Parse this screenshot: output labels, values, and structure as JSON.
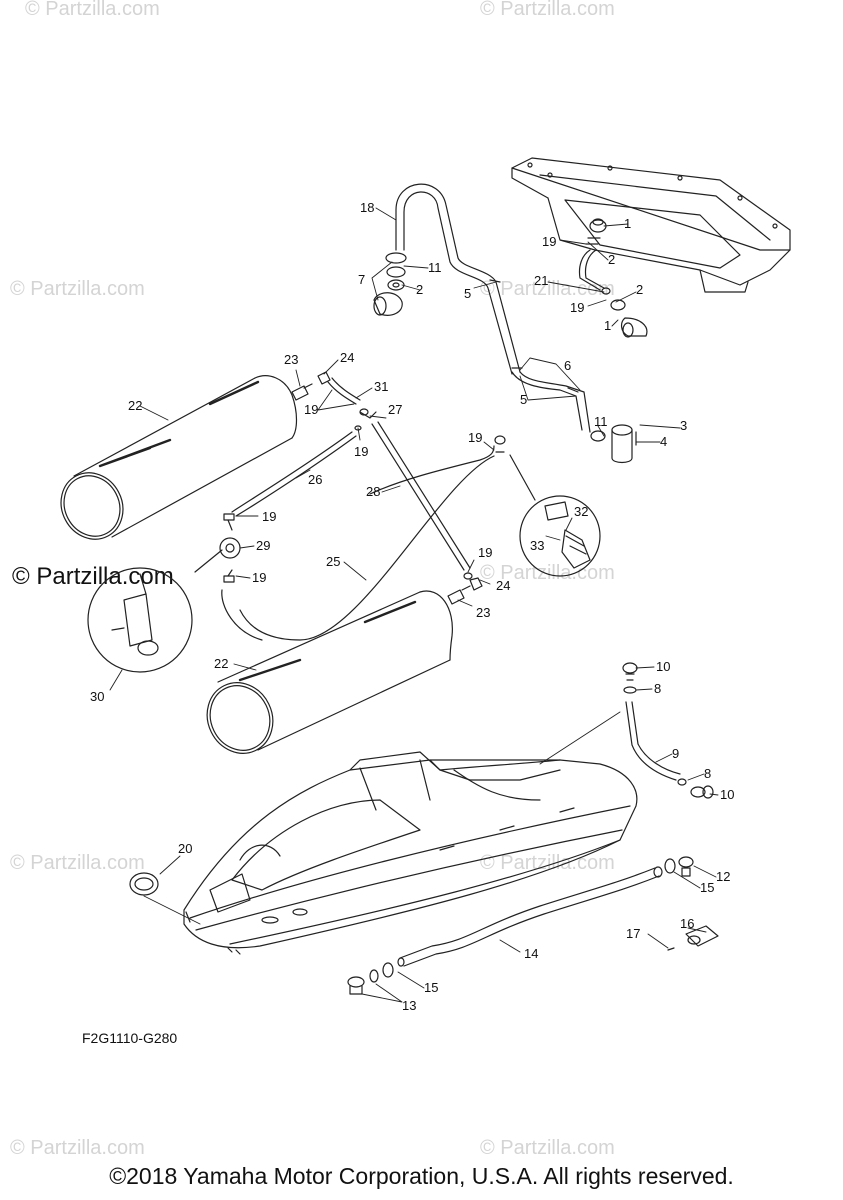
{
  "watermarks": {
    "faint": [
      "© Partzilla.com",
      "© Partzilla.com",
      "© Partzilla.com",
      "© Partzilla.com",
      "© Partzilla.com",
      "© Partzilla.com",
      "© Partzilla.com",
      "© Partzilla.com",
      "© Partzilla.com"
    ],
    "strong": "© Partzilla.com"
  },
  "diagram_code": "F2G1110-G280",
  "copyright": "©2018 Yamaha Motor Corporation, U.S.A. All rights reserved.",
  "callouts": {
    "c1a": "1",
    "c1b": "1",
    "c2a": "2",
    "c2b": "2",
    "c2c": "2",
    "c3": "3",
    "c4": "4",
    "c5a": "5",
    "c5b": "5",
    "c6": "6",
    "c7": "7",
    "c8a": "8",
    "c8b": "8",
    "c9": "9",
    "c10a": "10",
    "c10b": "10",
    "c11a": "11",
    "c11b": "11",
    "c12": "12",
    "c13": "13",
    "c14": "14",
    "c15a": "15",
    "c15b": "15",
    "c16": "16",
    "c17": "17",
    "c18": "18",
    "c19a": "19",
    "c19b": "19",
    "c19c": "19",
    "c19d": "19",
    "c19e": "19",
    "c19f": "19",
    "c19g": "19",
    "c19h": "19",
    "c20": "20",
    "c21": "21",
    "c22a": "22",
    "c22b": "22",
    "c23a": "23",
    "c23b": "23",
    "c24a": "24",
    "c24b": "24",
    "c25": "25",
    "c26": "26",
    "c27": "27",
    "c28": "28",
    "c29": "29",
    "c30": "30",
    "c31": "31",
    "c32": "32",
    "c33": "33"
  }
}
